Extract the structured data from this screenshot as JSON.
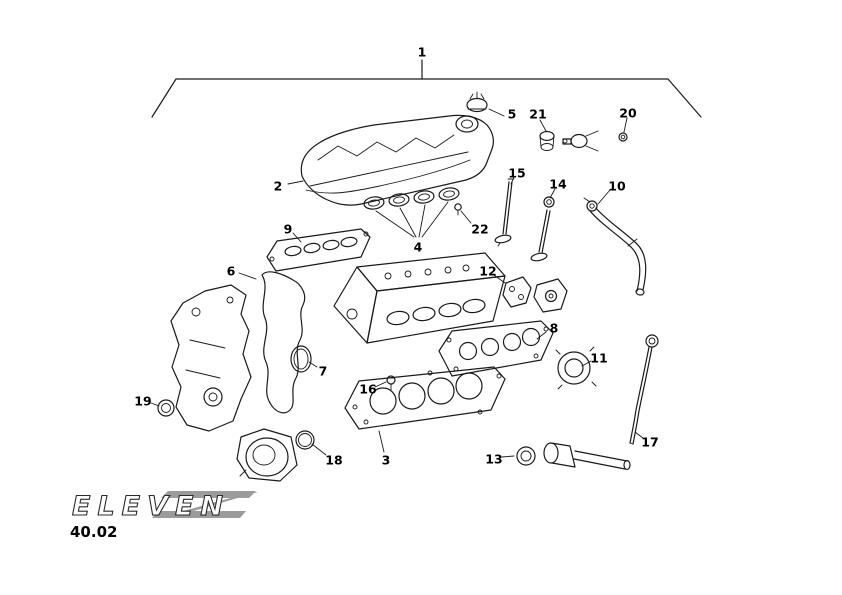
{
  "diagram": {
    "part_labels": {
      "l1": "1",
      "l2": "2",
      "l3": "3",
      "l4": "4",
      "l5": "5",
      "l6": "6",
      "l7": "7",
      "l8": "8",
      "l9": "9",
      "l10": "10",
      "l11": "11",
      "l12": "12",
      "l13": "13",
      "l14": "14",
      "l15": "15",
      "l16": "16",
      "l17": "17",
      "l18": "18",
      "l19": "19",
      "l20": "20",
      "l21": "21",
      "l22": "22"
    }
  },
  "footer": {
    "logo_text": "ELEVEN",
    "page_code": "40.02"
  }
}
